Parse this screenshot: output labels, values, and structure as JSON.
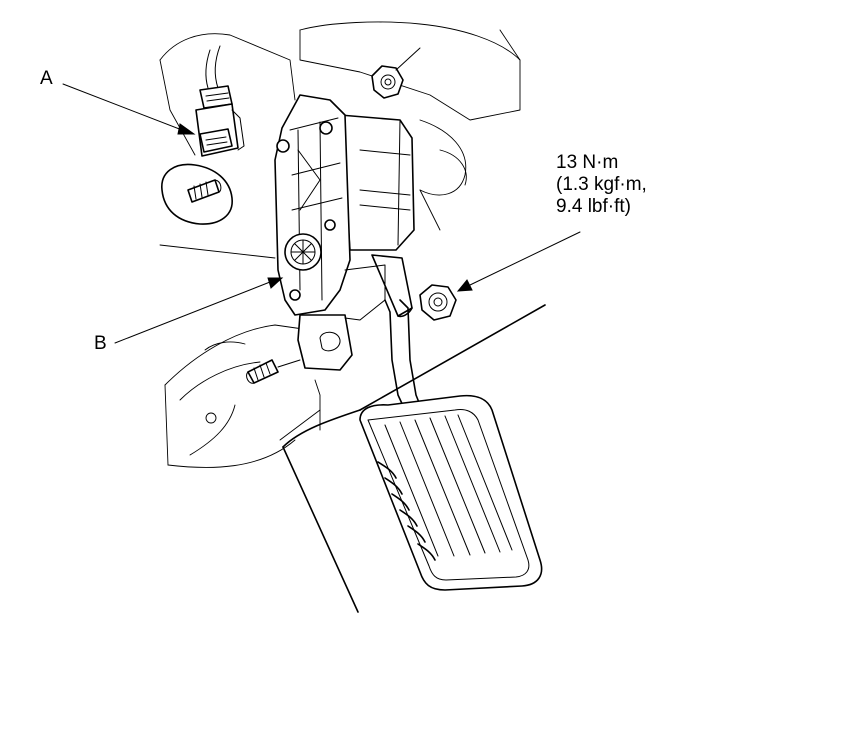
{
  "labels": {
    "connector": "A",
    "pedal_sensor": "B"
  },
  "torque_spec": {
    "metric": "13 N·m",
    "kgf": "(1.3 kgf·m,",
    "imperial": "9.4 lbf·ft)"
  }
}
